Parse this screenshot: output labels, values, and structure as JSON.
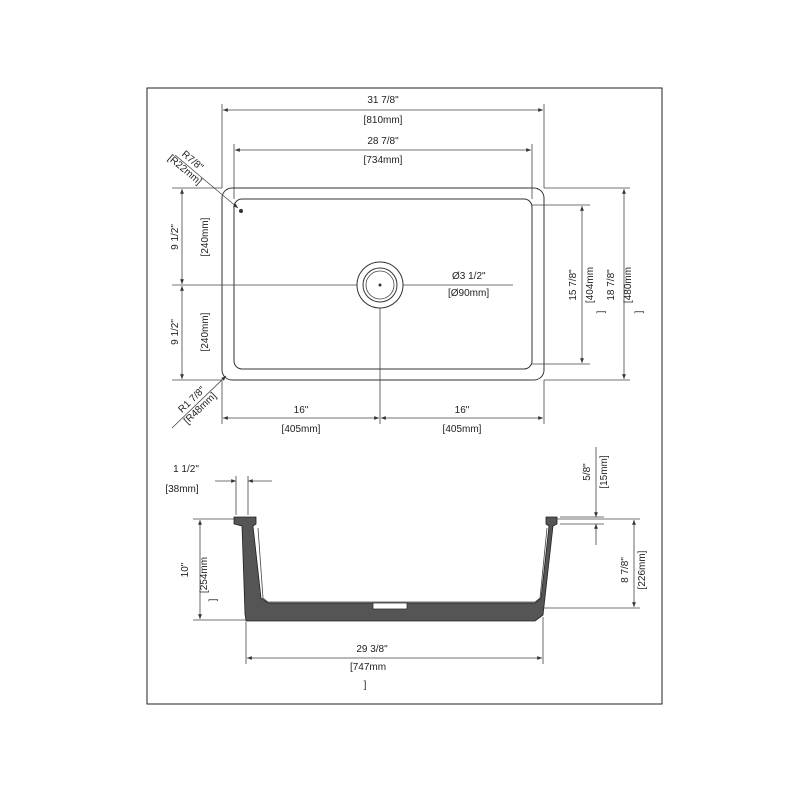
{
  "colors": {
    "line": "#333333",
    "body_fill": "#555555",
    "background": "#ffffff"
  },
  "top_view": {
    "overall_width": {
      "imperial": "31 7/8\"",
      "metric": "[810mm]"
    },
    "inner_width": {
      "imperial": "28 7/8\"",
      "metric": "[734mm]"
    },
    "corner_radius_top": {
      "imperial": "R7/8\"",
      "metric": "[R22mm]"
    },
    "corner_radius_bottom": {
      "imperial": "R1 7/8\"",
      "metric": "[R48mm]"
    },
    "half_depth_upper": {
      "imperial": "9 1/2\"",
      "metric": "[240mm]"
    },
    "half_depth_lower": {
      "imperial": "9 1/2\"",
      "metric": "[240mm]"
    },
    "drain_diameter": {
      "imperial": "Ø3 1/2\"",
      "metric": "[Ø90mm]"
    },
    "inner_depth": {
      "imperial": "15 7/8\"",
      "metric": "[404mm"
    },
    "overall_depth": {
      "imperial": "18 7/8\"",
      "metric": "[480mm"
    },
    "drain_offset_left": {
      "imperial": "16\"",
      "metric": "[405mm]"
    },
    "drain_offset_right": {
      "imperial": "16\"",
      "metric": "[405mm]"
    },
    "bracket": "]"
  },
  "side_view": {
    "flange_width": {
      "imperial": "1 1/2\"",
      "metric": "[38mm]"
    },
    "flange_thickness": {
      "imperial": "5/8\"",
      "metric": "[15mm]"
    },
    "overall_height": {
      "imperial": "10\"",
      "metric": "[254mm"
    },
    "inner_height": {
      "imperial": "8 7/8\"",
      "metric": "[226mm]"
    },
    "bottom_width": {
      "imperial": "29 3/8\"",
      "metric": "[747mm"
    },
    "bracket": "]"
  }
}
